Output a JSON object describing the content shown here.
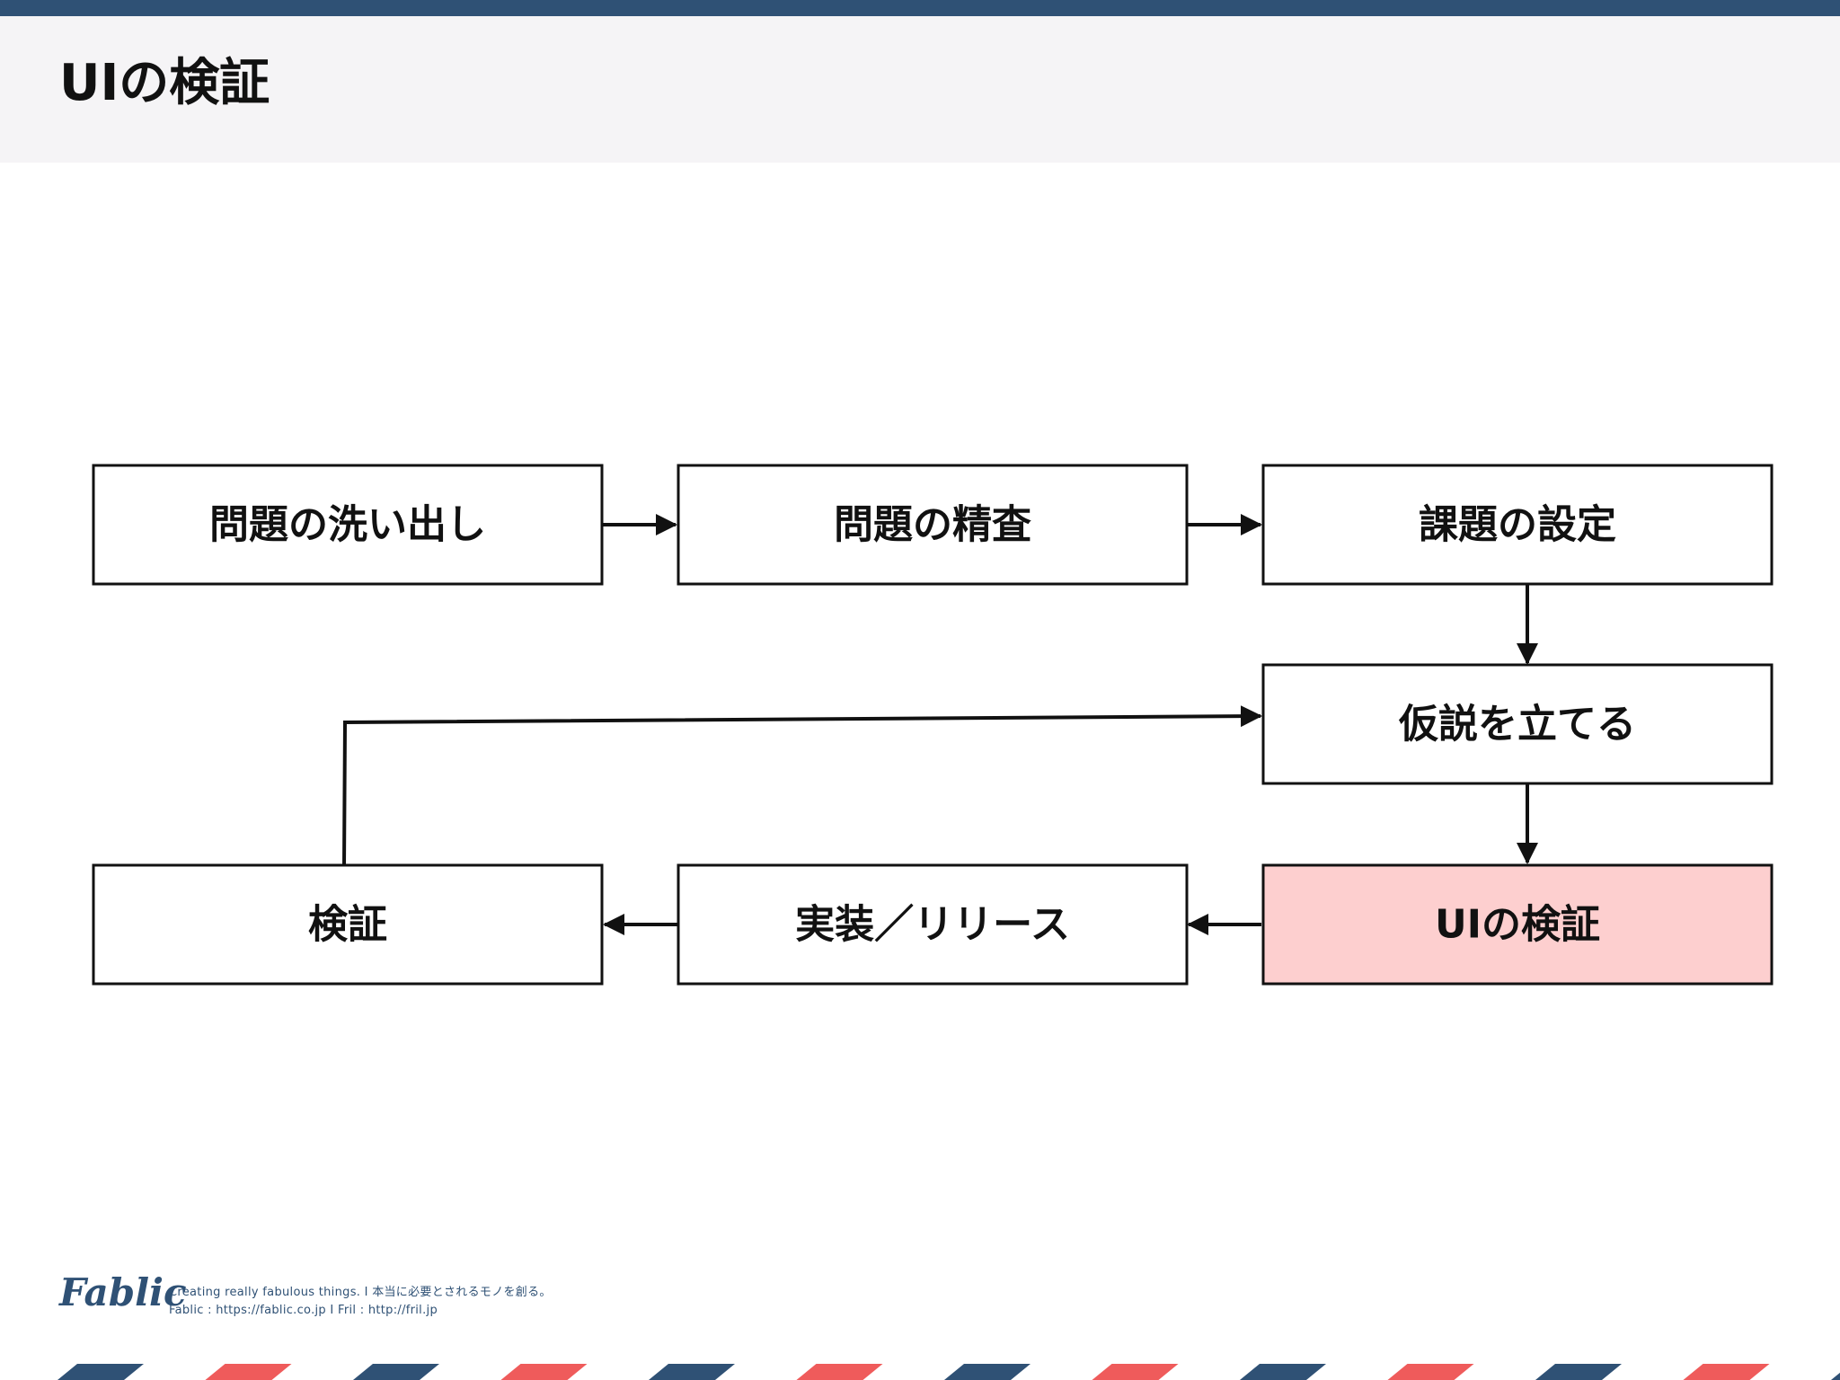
{
  "slide": {
    "title": "UIの検証"
  },
  "diagram": {
    "nodes": [
      {
        "id": "n1",
        "label": "問題の洗い出し",
        "highlighted": false
      },
      {
        "id": "n2",
        "label": "問題の精査",
        "highlighted": false
      },
      {
        "id": "n3",
        "label": "課題の設定",
        "highlighted": false
      },
      {
        "id": "n4",
        "label": "仮説を立てる",
        "highlighted": false
      },
      {
        "id": "n5",
        "label": "UIの検証",
        "highlighted": true
      },
      {
        "id": "n6",
        "label": "実装／リリース",
        "highlighted": false
      },
      {
        "id": "n7",
        "label": "検証",
        "highlighted": false
      }
    ],
    "edges": [
      {
        "from": "n1",
        "to": "n2"
      },
      {
        "from": "n2",
        "to": "n3"
      },
      {
        "from": "n3",
        "to": "n4"
      },
      {
        "from": "n4",
        "to": "n5"
      },
      {
        "from": "n5",
        "to": "n6"
      },
      {
        "from": "n6",
        "to": "n7"
      },
      {
        "from": "n7",
        "to": "n4"
      }
    ],
    "colors": {
      "highlight_fill": "#fdcfcf",
      "default_fill": "#ffffff",
      "stroke": "#111111"
    }
  },
  "footer": {
    "logo": "Fablic",
    "tagline": "Creating really fabulous things.  I  本当に必要とされるモノを創る。",
    "links": "Fablic : https://fablic.co.jp  I  Fril : http://fril.jp",
    "brand_colors": {
      "navy": "#2f5175",
      "red": "#ef5b5b"
    }
  }
}
